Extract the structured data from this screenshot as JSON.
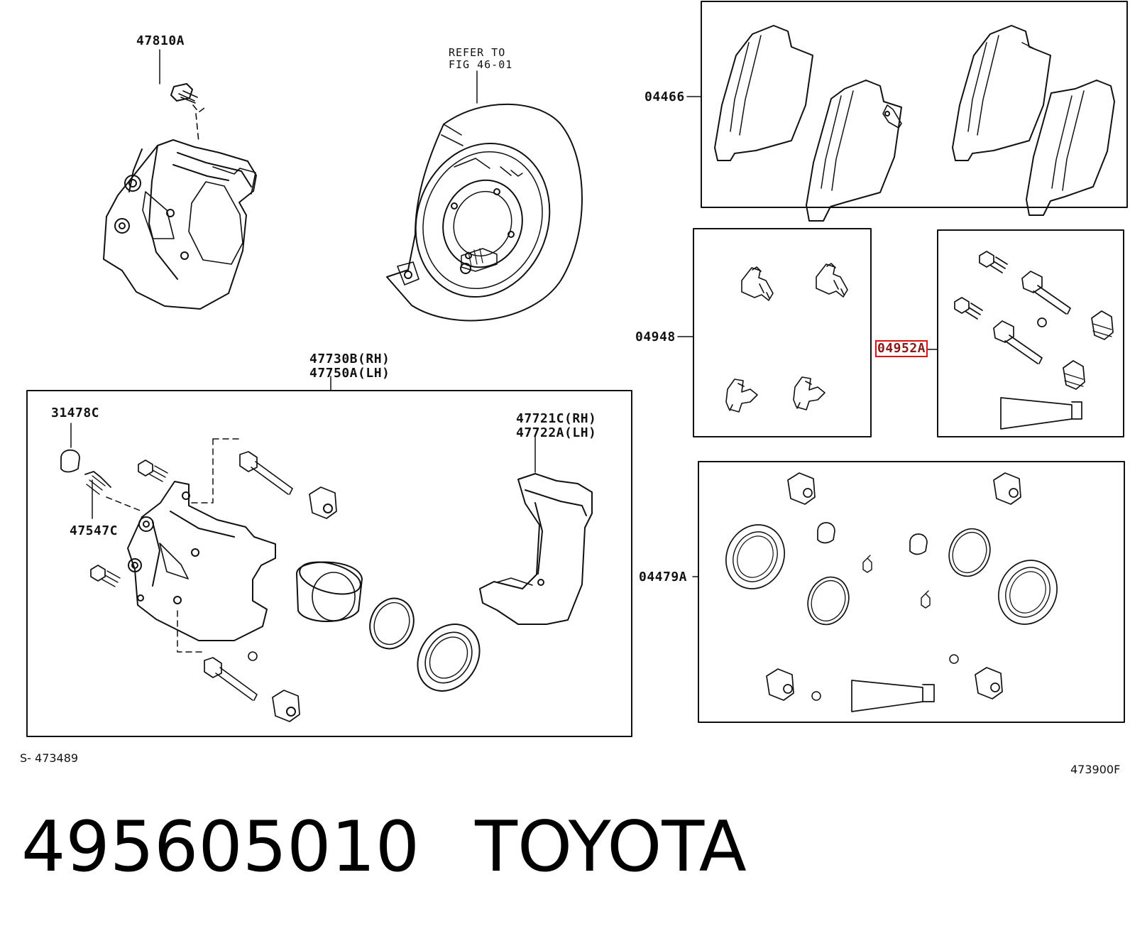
{
  "labels": {
    "refer_line1": "REFER TO",
    "refer_line2": "FIG 46-01",
    "bolt_top": "47810A",
    "pads_kit": "04466",
    "shim_kit": "04948",
    "guide_kit": "04952A",
    "caliper_rh": "47730B(RH)",
    "caliper_lh": "47750A(LH)",
    "cap": "31478C",
    "bleeder": "47547C",
    "mount_rh": "47721C(RH)",
    "mount_lh": "47722A(LH)",
    "cylinder_kit": "04479A"
  },
  "figure_codes": {
    "left": "S- 473489",
    "right": "473900F"
  },
  "footer": {
    "part_number": "495605010",
    "brand": "TOYOTA"
  },
  "colors": {
    "line": "#111111",
    "highlight": "#d11111"
  }
}
